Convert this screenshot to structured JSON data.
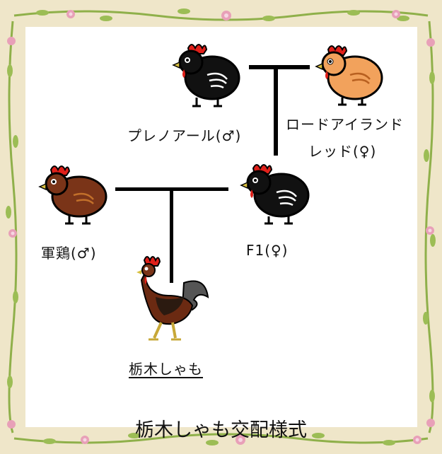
{
  "labels": {
    "plymouth": "プレノアール(♂)",
    "rir_line1": "ロードアイランド",
    "rir_line2": "レッド(♀)",
    "gunkei": "軍鶏(♂)",
    "f1": "F1(♀)",
    "shamo": "栃木しゃも"
  },
  "caption": "栃木しゃも交配様式",
  "colors": {
    "border": "#efe6c9",
    "vine": "#8fb04a",
    "flower": "#e8a0b8",
    "black_hen": "#111111",
    "orange_hen": "#f2a25c",
    "brown_hen": "#7a3418",
    "comb": "#e0201a"
  },
  "icons": [
    "black-hen-icon",
    "orange-hen-icon",
    "brown-hen-icon",
    "black-hen-icon",
    "rooster-icon"
  ]
}
